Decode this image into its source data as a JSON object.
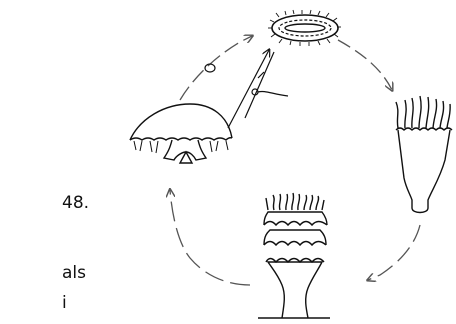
{
  "margin_text": {
    "question_number": "48.",
    "fragment_1": "als",
    "fragment_2": "i"
  },
  "colors": {
    "ink": "#111111",
    "cycle_arrows": "#555555",
    "background": "#ffffff"
  }
}
